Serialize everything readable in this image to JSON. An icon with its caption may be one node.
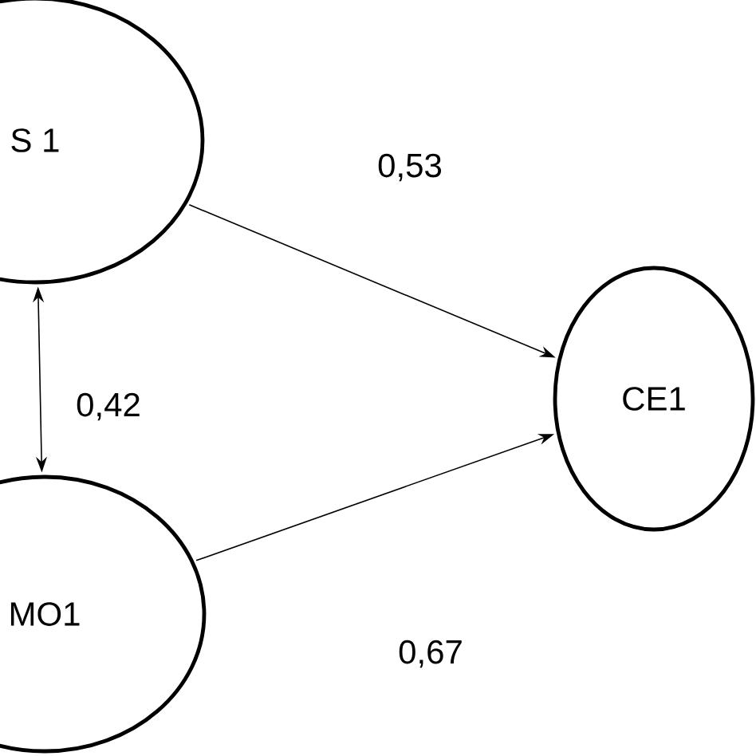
{
  "diagram": {
    "nodes": [
      {
        "text": [
          "S 1"
        ]
      },
      {
        "text": [
          "MO1"
        ]
      },
      {
        "text": [
          "CE1"
        ]
      }
    ],
    "edges": [
      {
        "from": 0,
        "to": 2,
        "arrow": "to",
        "label": "0,53"
      },
      {
        "from": 0,
        "to": 1,
        "arrow": "both",
        "label": "0,42"
      },
      {
        "from": 1,
        "to": 2,
        "arrow": "to",
        "label": "0,67"
      }
    ]
  }
}
